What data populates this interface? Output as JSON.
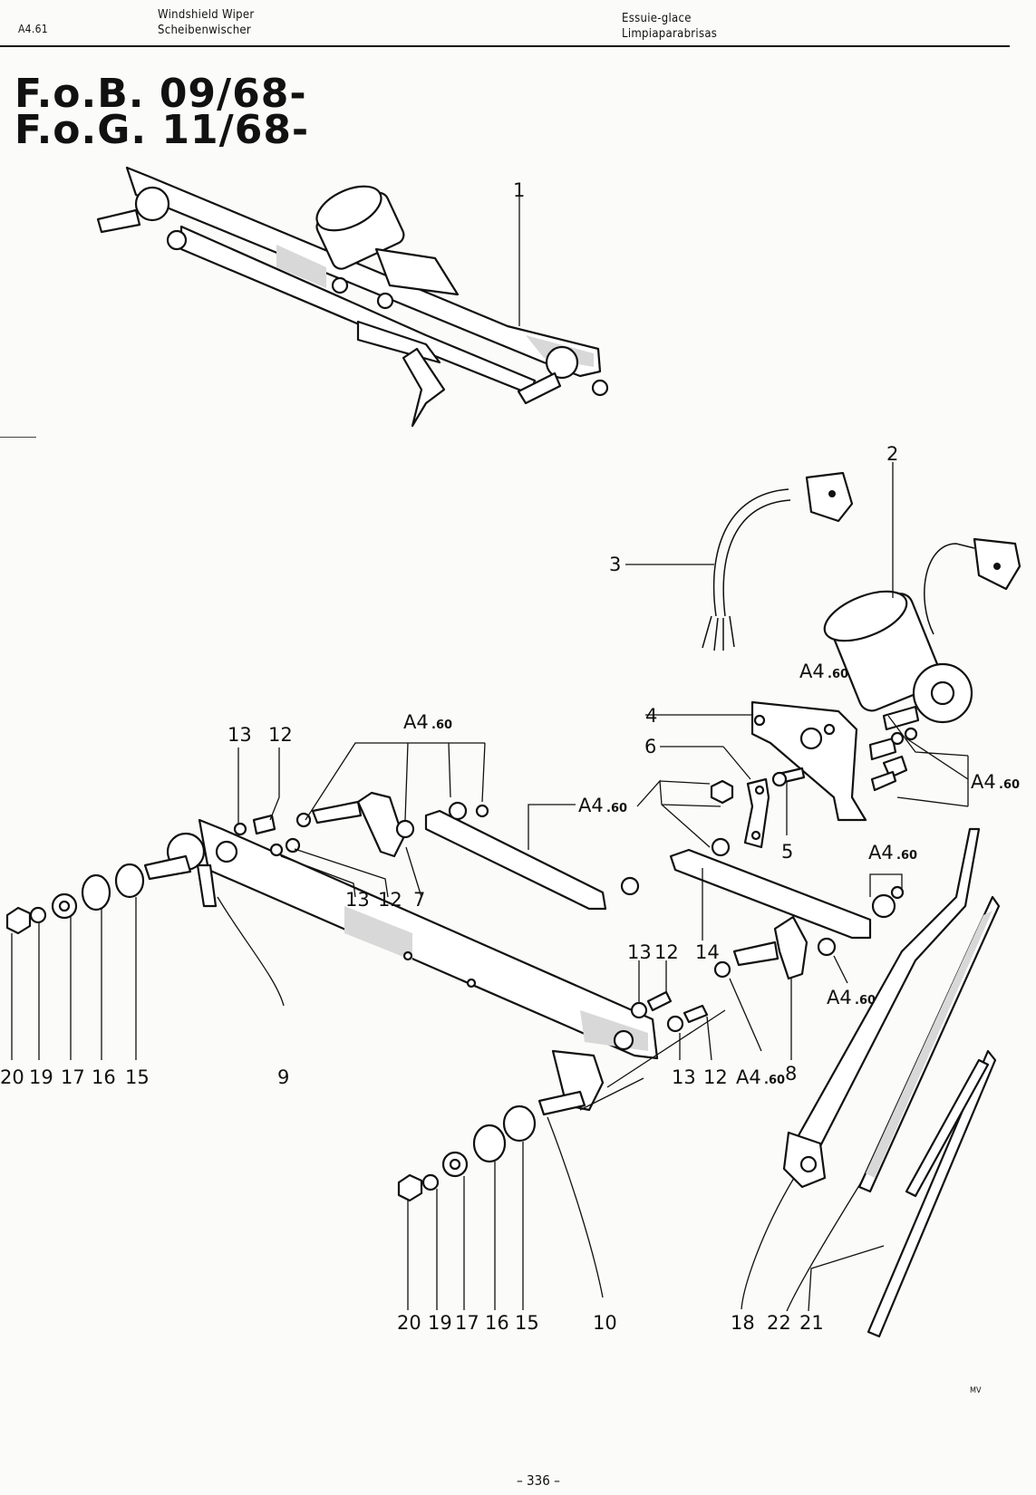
{
  "header": {
    "code": "A4.61",
    "title_en": "Windshield  Wiper",
    "title_de": "Scheibenwischer",
    "title_fr": "Essuie-glace",
    "title_es": "Limpiaparabrisas"
  },
  "production": {
    "line1": "F.o.B. 09/68-",
    "line2": "F.o.G. 11/68-"
  },
  "callouts": {
    "p1": "1",
    "p2": "2",
    "p3": "3",
    "p4": "4",
    "p5": "5",
    "p6": "6",
    "p7": "7",
    "p8": "8",
    "p9": "9",
    "p10": "10",
    "p14": "14",
    "p18": "18",
    "p21": "21",
    "p22": "22",
    "p13a": "13",
    "p12a": "12",
    "p13b": "13",
    "p12b": "12",
    "p13c": "13",
    "p12c": "12",
    "p13d": "13",
    "p12d": "12",
    "l20": "20",
    "l19": "19",
    "l17": "17",
    "l16": "16",
    "l15": "15",
    "r20": "20",
    "r19": "19",
    "r17": "17",
    "r16": "16",
    "r15": "15",
    "ref_main": "A4",
    "ref_sub": ".60"
  },
  "footer": {
    "page_number": "– 336 –",
    "mark": "MV"
  }
}
